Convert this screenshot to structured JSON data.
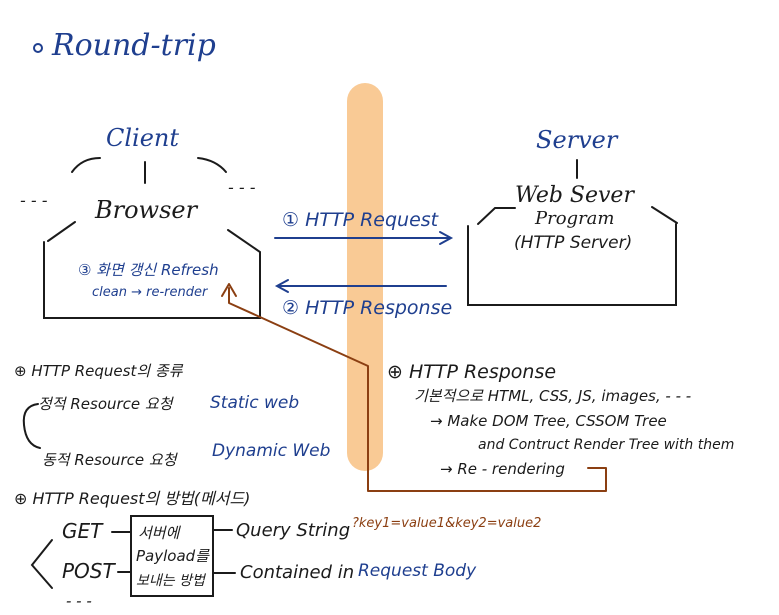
{
  "title": "Round-trip",
  "client": {
    "label": "Client",
    "browser": "Browser",
    "ellipsis_left": "- - -",
    "ellipsis_right": "- - -",
    "refresh_line1": "③ 화면 갱신 Refresh",
    "refresh_line2": "clean → re-render"
  },
  "server": {
    "label": "Server",
    "web_server": "Web Sever",
    "program": "Program",
    "http_server": "(HTTP Server)"
  },
  "arrows": {
    "request": "① HTTP Request",
    "response": "② HTTP Response"
  },
  "request_types": {
    "heading": "⊕ HTTP Request의 종류",
    "static_label": "정적 Resource 요청",
    "static_web": "Static web",
    "dynamic_label": "동적 Resource 요청",
    "dynamic_web": "Dynamic Web"
  },
  "response_notes": {
    "heading": "⊕ HTTP Response",
    "line1": "기본적으로 HTML, CSS, JS, images, - - -",
    "line2": "→ Make DOM Tree, CSSOM Tree",
    "line3": "and Contruct Render Tree with them",
    "line4": "→ Re - rendering"
  },
  "methods": {
    "heading": "⊕ HTTP Request의 방법(메서드)",
    "get": "GET",
    "post": "POST",
    "more": "- - -",
    "box_line1": "서버에",
    "box_line2": "Payload를",
    "box_line3": "보내는 방법",
    "get_note": "Query String",
    "get_example": "?key1=value1&key2=value2",
    "post_note_prefix": "Contained in",
    "post_note_highlight": "Request Body"
  },
  "colors": {
    "blue_ink": "#1f3f8f",
    "black_ink": "#1b1b1b",
    "brown_ink": "#8b3f12",
    "highlight": "#f8c48a"
  }
}
